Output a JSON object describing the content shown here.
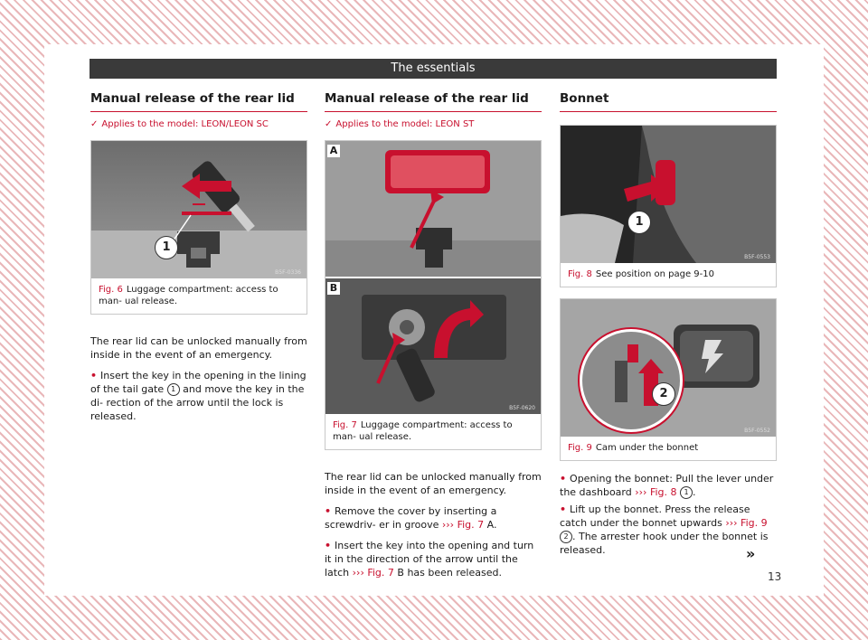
{
  "header": {
    "title": "The essentials"
  },
  "col1": {
    "title": "Manual release of the rear lid",
    "applies": "Applies to the model: LEON/LEON SC",
    "fig": {
      "num": "Fig. 6",
      "caption": "Luggage compartment: access to man- ual release.",
      "code": "B5F-0336",
      "callout": "1"
    },
    "para1": "The rear lid can be unlocked manually from inside in the event of an emergency.",
    "b1_a": "Insert the key in the opening in the lining of the tail gate ",
    "b1_badge": "1",
    "b1_b": " and move the key in the di- rection of the arrow until the lock is released."
  },
  "col2": {
    "title": "Manual release of the rear lid",
    "applies": "Applies to the model: LEON ST",
    "fig": {
      "num": "Fig. 7",
      "caption": "Luggage compartment: access to man- ual release.",
      "code": "B5F-0620",
      "label_a": "A",
      "label_b": "B"
    },
    "para1": "The rear lid can be unlocked manually from inside in the event of an emergency.",
    "b1_a": "Remove the cover by inserting a screwdriv- er in groove ",
    "b1_ref": "››› Fig. 7",
    "b1_b": " A.",
    "b2_a": "Insert the key into the opening and turn it in the direction of the arrow until the latch ",
    "b2_ref": "››› Fig. 7",
    "b2_b": " B has been released."
  },
  "col3": {
    "title": "Bonnet",
    "fig8": {
      "num": "Fig. 8",
      "caption": "See position on page 9-10",
      "code": "B5F-0553",
      "callout": "1"
    },
    "fig9": {
      "num": "Fig. 9",
      "caption": "Cam under the bonnet",
      "code": "B5F-0552",
      "callout": "2"
    },
    "b1_a": "Opening the bonnet: Pull the lever under the dashboard ",
    "b1_ref": "››› Fig. 8",
    "b1_badge": "1",
    "b1_b": ".",
    "b2_a": "Lift up the bonnet. Press the release catch under the bonnet upwards ",
    "b2_ref": "››› Fig. 9",
    "b2_badge": "2",
    "b2_b": ". The arrester hook under the bonnet is released."
  },
  "footer": {
    "page_number": "13",
    "continue": "»"
  },
  "colors": {
    "accent": "#c8102e",
    "header_bg": "#3a3a3a",
    "stripe": "#e9b7b9"
  }
}
